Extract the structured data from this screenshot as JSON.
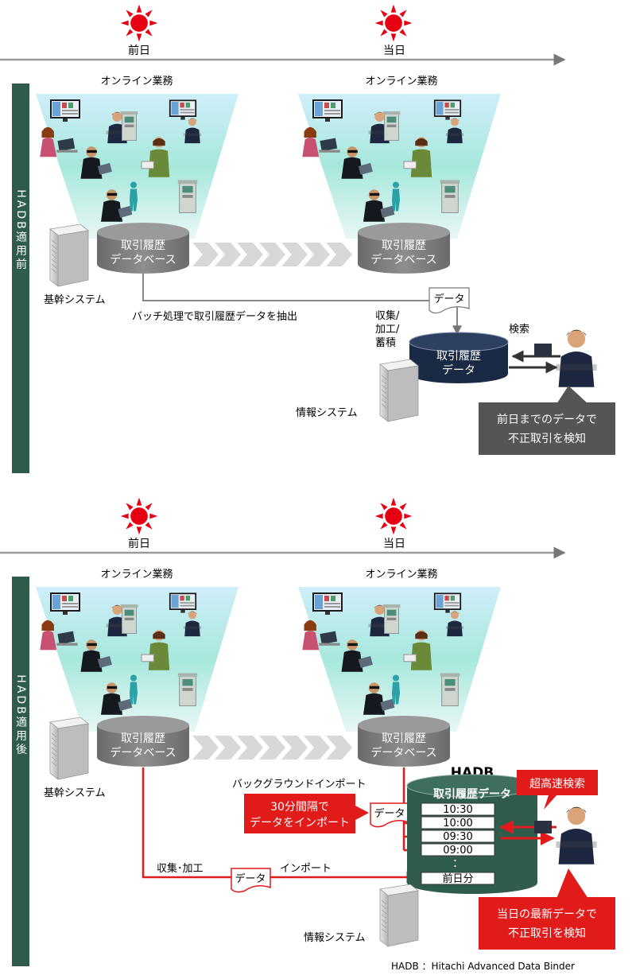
{
  "timeline": {
    "prev_day": "前日",
    "today": "当日"
  },
  "online_label": "オンライン業務",
  "db_label_line1": "取引履歴",
  "db_label_line2": "データベース",
  "core_system_label": "基幹システム",
  "info_system_label": "情報システム",
  "data_label": "データ",
  "before": {
    "side_label": "HADB適用前",
    "batch_label": "バッチ処理で取引履歴データを抽出",
    "collect_label": [
      "収集/",
      "加工/",
      "蓄積"
    ],
    "search_label": "検索",
    "hist_db_line1": "取引履歴",
    "hist_db_line2": "データ",
    "callout_line1": "前日までのデータで",
    "callout_line2": "不正取引を検知"
  },
  "after": {
    "side_label": "HADB適用後",
    "bg_import_label": "バックグラウンドインポート",
    "interval_line1": "30分間隔で",
    "interval_line2": "データをインポート",
    "hadb_title": "HADB",
    "hadb_db_title": "取引履歴データ",
    "time_slots": [
      "10:30",
      "10:00",
      "09:30",
      "09:00"
    ],
    "ellipsis": "：",
    "prev_day_slot": "前日分",
    "collect_label": "収集･加工",
    "import_label": "インポート",
    "fast_search": "超高速検索",
    "callout_line1": "当日の最新データで",
    "callout_line2": "不正取引を検知"
  },
  "footnote": "HADB ：Hitachi Advanced Data Binder",
  "colors": {
    "side_bar": "#2e5b4a",
    "db_grey": "#7d7d7d",
    "navy_db": "#1b2a44",
    "hadb_green": "#2f5c4d",
    "red": "#e11a1a",
    "callout_grey": "#555555",
    "sun": "#e60012",
    "funnel": "#b8ebe6"
  }
}
